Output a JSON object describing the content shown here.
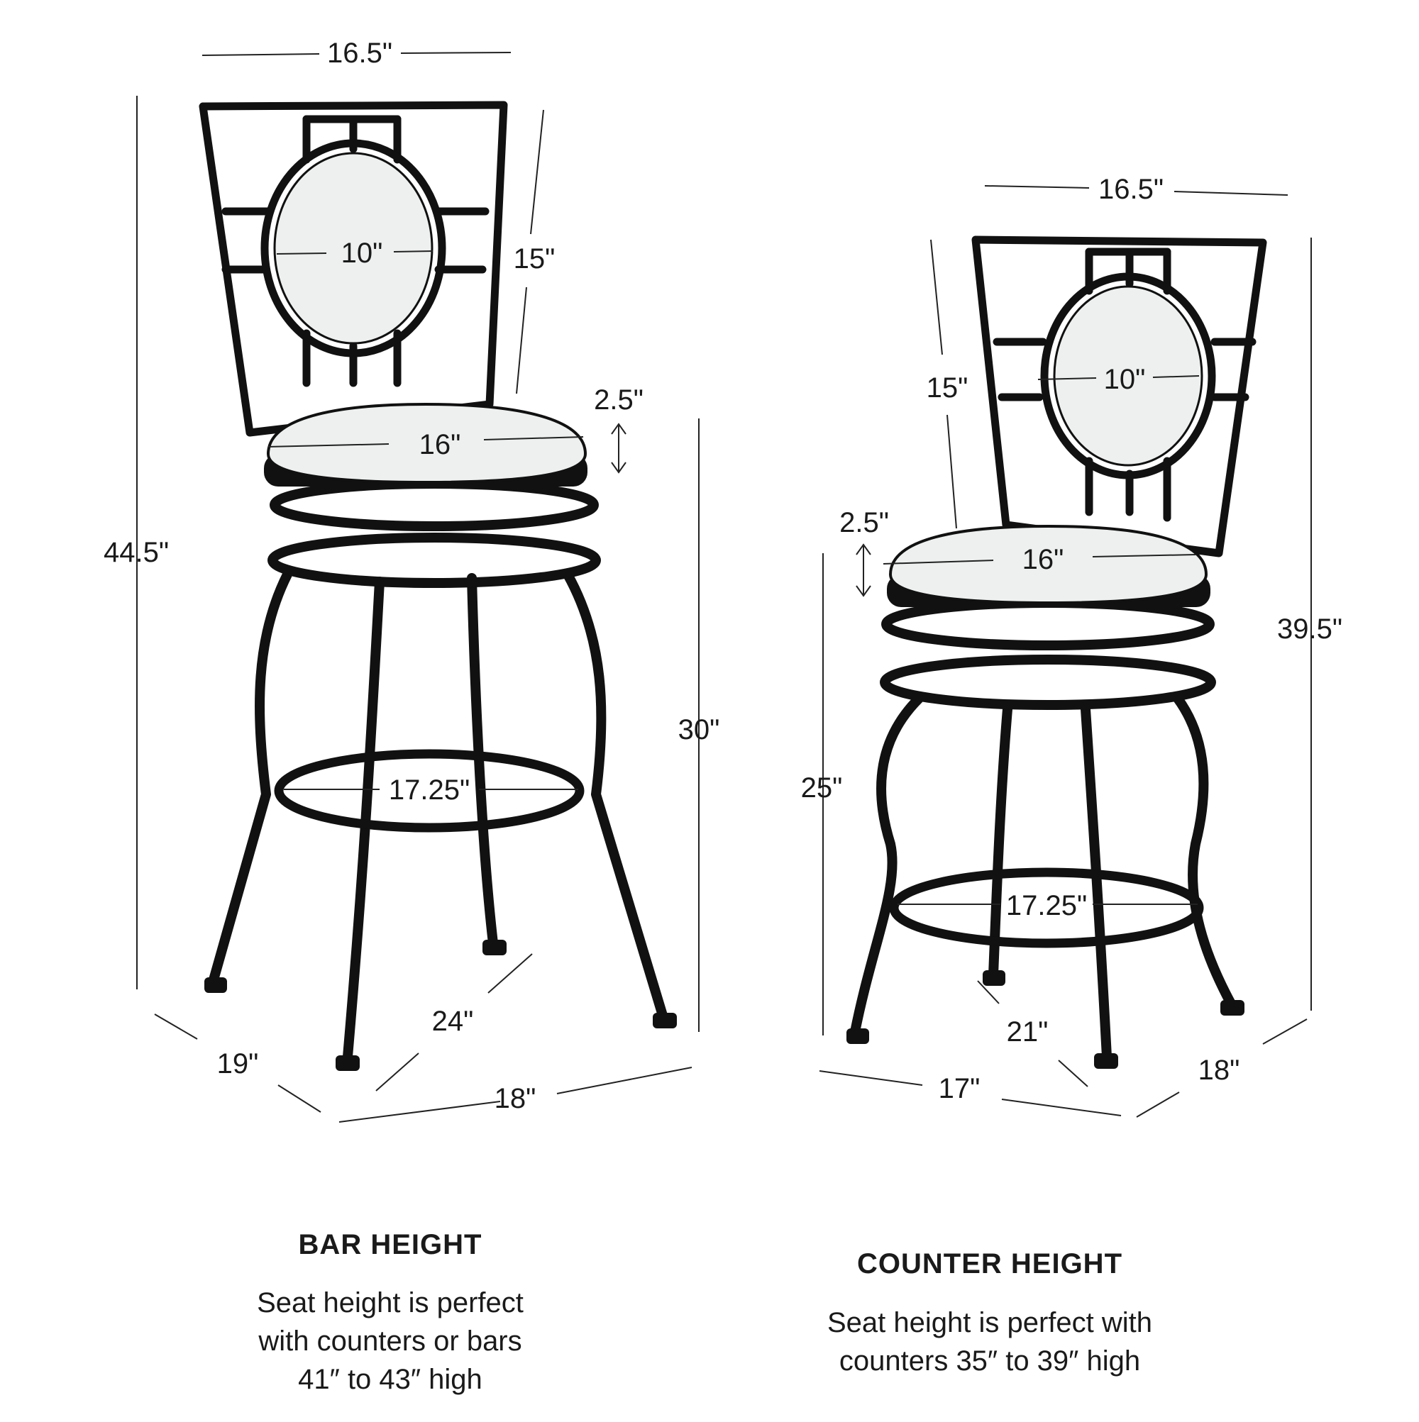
{
  "palette": {
    "frame": "#111111",
    "cushion": "#eef0f0",
    "dim_line": "#222222",
    "text": "#1a1a1a"
  },
  "bar_stool": {
    "top_width": "16.5\"",
    "overall_height": "44.5\"",
    "back_height": "15\"",
    "back_cushion": "10\"",
    "seat_thickness": "2.5\"",
    "seat_width": "16\"",
    "seat_height": "30\"",
    "footrest": "17.25\"",
    "base_diagonal": "24\"",
    "base_depth": "19\"",
    "base_width": "18\"",
    "title": "BAR HEIGHT",
    "desc": [
      "Seat height is perfect",
      "with counters or bars",
      "41″ to 43″ high"
    ]
  },
  "counter_stool": {
    "top_width": "16.5\"",
    "overall_height": "39.5\"",
    "back_height": "15\"",
    "back_cushion": "10\"",
    "seat_thickness": "2.5\"",
    "seat_width": "16\"",
    "seat_height": "25\"",
    "footrest": "17.25\"",
    "base_diagonal": "21\"",
    "base_width": "17\"",
    "base_depth": "18\"",
    "title": "COUNTER HEIGHT",
    "desc": [
      "Seat height is perfect with",
      "counters 35″ to 39″ high"
    ]
  }
}
